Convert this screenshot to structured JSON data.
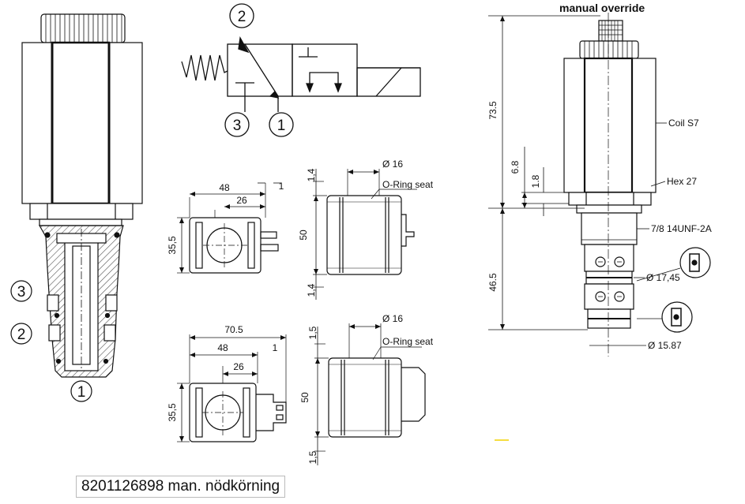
{
  "caption": "8201126898 man. nödkörning",
  "ports": {
    "p1": "1",
    "p2": "2",
    "p3": "3"
  },
  "labels": {
    "manual_override": "manual override",
    "coil": "Coil S7",
    "hex": "Hex 27",
    "thread": "7/8 14UNF-2A",
    "oring": "O-Ring seat",
    "d_17_45": "Ø 17,45",
    "d_15_87": "Ø 15.87",
    "d_16": "Ø 16"
  },
  "dims": {
    "v73_5": "73.5",
    "v46_5": "46.5",
    "v6_8": "6.8",
    "v1_8": "1.8",
    "w48": "48",
    "w26": "26",
    "w1": "1",
    "h35_5": "35,5",
    "h50": "50",
    "v1_4": "1,4",
    "w70_5": "70.5",
    "v1_5": "1,5"
  },
  "colors": {
    "line": "#111111",
    "hatch": "#555555",
    "accent": "#f2d200"
  }
}
